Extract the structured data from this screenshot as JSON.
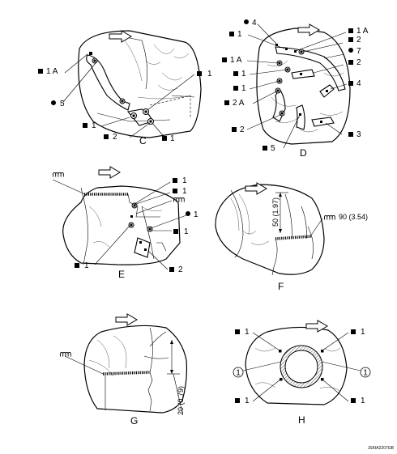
{
  "panels": {
    "C": {
      "label": "C",
      "callouts": [
        "1 A",
        "5",
        "1",
        "1",
        "2",
        "1"
      ]
    },
    "D": {
      "label": "D",
      "callouts": [
        "4",
        "1",
        "1 A",
        "2",
        "7",
        "1 A",
        "1",
        "2",
        "1",
        "4",
        "2 A",
        "2",
        "5",
        "3"
      ]
    },
    "E": {
      "label": "E",
      "callouts": [
        "1",
        "1",
        "1",
        "1",
        "1",
        "2"
      ]
    },
    "F": {
      "label": "F",
      "dim_vertical": "50 (1.97)",
      "dim_weld": "90 (3.54)"
    },
    "G": {
      "label": "G",
      "dim_vertical": "20 (0.79)"
    },
    "H": {
      "label": "H",
      "callouts": [
        "1",
        "1",
        "1",
        "1"
      ],
      "circled": [
        "1",
        "1"
      ]
    }
  },
  "reference_code": "JSKIA2207GB"
}
